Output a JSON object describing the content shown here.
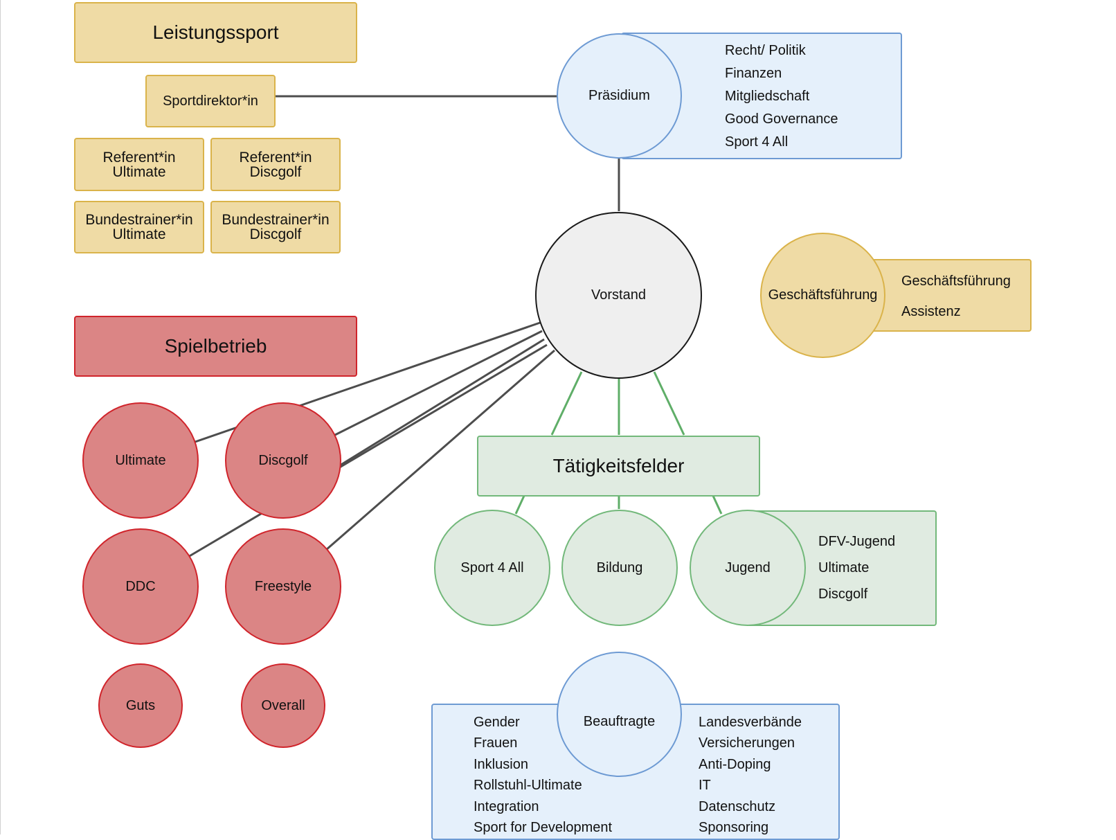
{
  "leistungssport": {
    "title": "Leistungssport",
    "sportdirektor": "Sportdirektor*in",
    "ref_ultimate": [
      "Referent*in",
      "Ultimate"
    ],
    "ref_discgolf": [
      "Referent*in",
      "Discgolf"
    ],
    "bt_ultimate": [
      "Bundestrainer*in",
      "Ultimate"
    ],
    "bt_discgolf": [
      "Bundestrainer*in",
      "Discgolf"
    ]
  },
  "praesidium": {
    "title": "Präsidium",
    "items": [
      "Recht/ Politik",
      "Finanzen",
      "Mitgliedschaft",
      "Good Governance",
      "Sport 4 All"
    ]
  },
  "vorstand": {
    "title": "Vorstand"
  },
  "geschaeftsfuehrung": {
    "title": "Geschäftsführung",
    "items": [
      "Geschäftsführung",
      "Assistenz"
    ]
  },
  "spielbetrieb": {
    "title": "Spielbetrieb",
    "nodes": [
      "Ultimate",
      "Discgolf",
      "DDC",
      "Freestyle",
      "Guts",
      "Overall"
    ]
  },
  "taetigkeitsfelder": {
    "title": "Tätigkeitsfelder",
    "sport4all": "Sport 4 All",
    "bildung": "Bildung",
    "jugend": "Jugend",
    "jugend_items": [
      "DFV-Jugend",
      "Ultimate",
      "Discgolf"
    ]
  },
  "beauftragte": {
    "title": "Beauftragte",
    "left_items": [
      "Gender",
      "Frauen",
      "Inklusion",
      "Rollstuhl-Ultimate",
      "Integration",
      "Sport for Development"
    ],
    "right_items": [
      "Landesverbände",
      "Versicherungen",
      "Anti-Doping",
      "IT",
      "Datenschutz",
      "Sponsoring"
    ]
  },
  "colors": {
    "yellow_fill": "#efdba5",
    "yellow_border": "#dab34a",
    "red_fill": "#db8585",
    "red_border": "#d0242b",
    "green_fill": "#e0ebe1",
    "green_border": "#72b87a",
    "blue_fill": "#e5f0fb",
    "blue_border": "#6d9ad3",
    "grey_fill": "#efefef",
    "connector_dark": "#4d4d4d",
    "connector_green": "#5fae68"
  }
}
